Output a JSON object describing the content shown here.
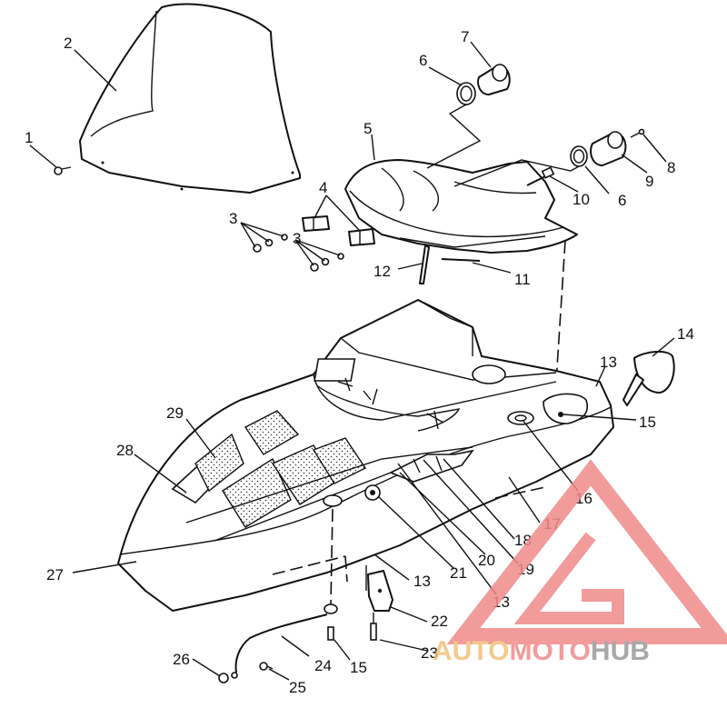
{
  "callouts": [
    {
      "id": "c1",
      "label": "1"
    },
    {
      "id": "c2",
      "label": "2"
    },
    {
      "id": "c3a",
      "label": "3"
    },
    {
      "id": "c3b",
      "label": "3"
    },
    {
      "id": "c4",
      "label": "4"
    },
    {
      "id": "c5",
      "label": "5"
    },
    {
      "id": "c6a",
      "label": "6"
    },
    {
      "id": "c6b",
      "label": "6"
    },
    {
      "id": "c7",
      "label": "7"
    },
    {
      "id": "c8",
      "label": "8"
    },
    {
      "id": "c9",
      "label": "9"
    },
    {
      "id": "c10",
      "label": "10"
    },
    {
      "id": "c11",
      "label": "11"
    },
    {
      "id": "c12",
      "label": "12"
    },
    {
      "id": "c13a",
      "label": "13"
    },
    {
      "id": "c13b",
      "label": "13"
    },
    {
      "id": "c13c",
      "label": "13"
    },
    {
      "id": "c14",
      "label": "14"
    },
    {
      "id": "c15a",
      "label": "15"
    },
    {
      "id": "c15b",
      "label": "15"
    },
    {
      "id": "c16",
      "label": "16"
    },
    {
      "id": "c17",
      "label": "17"
    },
    {
      "id": "c18",
      "label": "18"
    },
    {
      "id": "c19",
      "label": "19"
    },
    {
      "id": "c20",
      "label": "20"
    },
    {
      "id": "c21",
      "label": "21"
    },
    {
      "id": "c22",
      "label": "22"
    },
    {
      "id": "c23",
      "label": "23"
    },
    {
      "id": "c24",
      "label": "24"
    },
    {
      "id": "c25",
      "label": "25"
    },
    {
      "id": "c26",
      "label": "26"
    },
    {
      "id": "c27",
      "label": "27"
    },
    {
      "id": "c28",
      "label": "28"
    },
    {
      "id": "c29",
      "label": "29"
    }
  ],
  "watermark": {
    "part1": "AUTO",
    "part2": "MOTO",
    "part3": "HUB",
    "color_red": "#f08a8a",
    "color_orange": "#f2c27a",
    "color_gray": "#9a9a9a"
  }
}
